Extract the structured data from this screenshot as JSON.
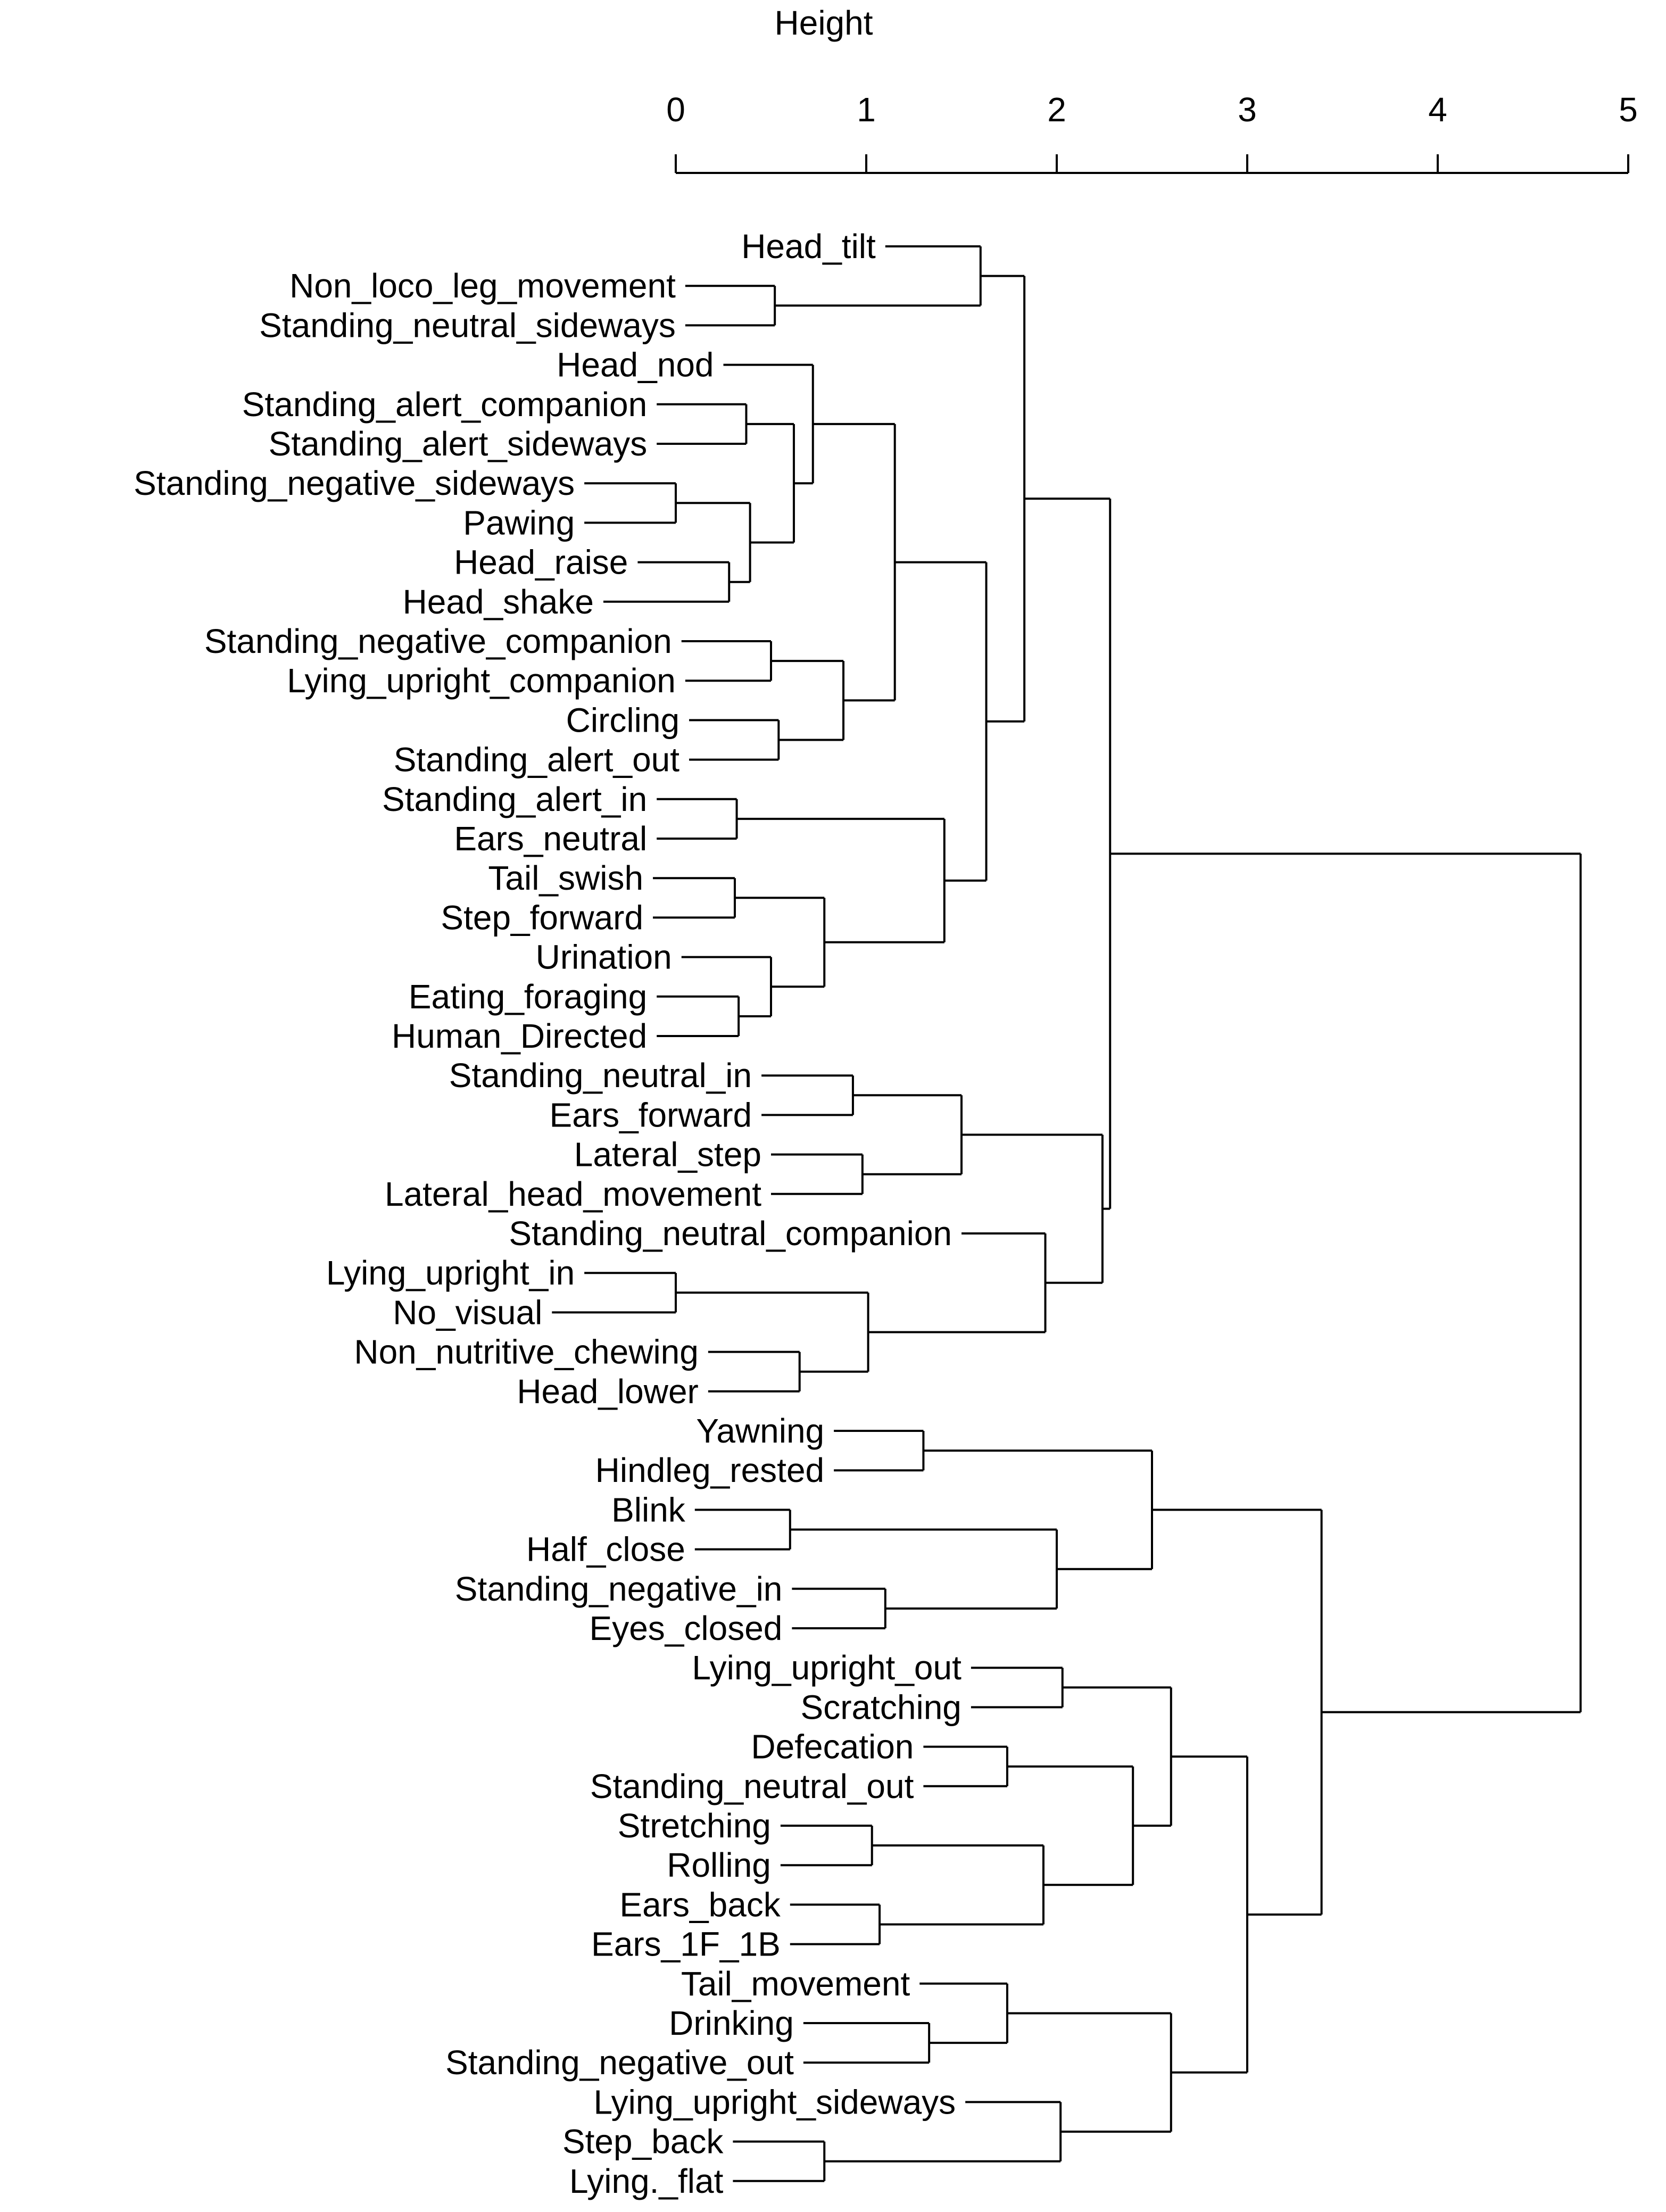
{
  "chart_data": {
    "type": "dendrogram",
    "xlabel": "Height",
    "xlim": [
      0,
      5
    ],
    "xticks": [
      "0",
      "1",
      "2",
      "3",
      "4",
      "5"
    ],
    "leaves": [
      {
        "label": "Head_tilt",
        "height": 1.1
      },
      {
        "label": "Non_loco_leg_movement",
        "height": 0.05
      },
      {
        "label": "Standing_neutral_sideways",
        "height": 0.05
      },
      {
        "label": "Head_nod",
        "height": 0.25
      },
      {
        "label": "Standing_alert_companion",
        "height": -0.1
      },
      {
        "label": "Standing_alert_sideways",
        "height": -0.1
      },
      {
        "label": "Standing_negative_sideways",
        "height": -0.48
      },
      {
        "label": "Pawing",
        "height": -0.48
      },
      {
        "label": "Head_raise",
        "height": -0.2
      },
      {
        "label": "Head_shake",
        "height": -0.38
      },
      {
        "label": "Standing_negative_companion",
        "height": 0.03
      },
      {
        "label": "Lying_upright_companion",
        "height": 0.05
      },
      {
        "label": "Circling",
        "height": 0.07
      },
      {
        "label": "Standing_alert_out",
        "height": 0.07
      },
      {
        "label": "Standing_alert_in",
        "height": -0.1
      },
      {
        "label": "Ears_neutral",
        "height": -0.1
      },
      {
        "label": "Tail_swish",
        "height": -0.12
      },
      {
        "label": "Step_forward",
        "height": -0.12
      },
      {
        "label": "Urination",
        "height": 0.03
      },
      {
        "label": "Eating_foraging",
        "height": -0.1
      },
      {
        "label": "Human_Directed",
        "height": -0.1
      },
      {
        "label": "Standing_neutral_in",
        "height": 0.45
      },
      {
        "label": "Ears_forward",
        "height": 0.45
      },
      {
        "label": "Lateral_step",
        "height": 0.5
      },
      {
        "label": "Lateral_head_movement",
        "height": 0.5
      },
      {
        "label": "Standing_neutral_companion",
        "height": 1.5
      },
      {
        "label": "Lying_upright_in",
        "height": -0.48
      },
      {
        "label": "No_visual",
        "height": -0.65
      },
      {
        "label": "Non_nutritive_chewing",
        "height": 0.17
      },
      {
        "label": "Head_lower",
        "height": 0.17
      },
      {
        "label": "Yawning",
        "height": 0.83
      },
      {
        "label": "Hindleg_rested",
        "height": 0.83
      },
      {
        "label": "Blink",
        "height": 0.1
      },
      {
        "label": "Half_close",
        "height": 0.1
      },
      {
        "label": "Standing_negative_in",
        "height": 0.61
      },
      {
        "label": "Eyes_closed",
        "height": 0.61
      },
      {
        "label": "Lying_upright_out",
        "height": 1.55
      },
      {
        "label": "Scratching",
        "height": 1.55
      },
      {
        "label": "Defecation",
        "height": 1.3
      },
      {
        "label": "Standing_neutral_out",
        "height": 1.3
      },
      {
        "label": "Stretching",
        "height": 0.55
      },
      {
        "label": "Rolling",
        "height": 0.55
      },
      {
        "label": "Ears_back",
        "height": 0.6
      },
      {
        "label": "Ears_1F_1B",
        "height": 0.6
      },
      {
        "label": "Tail_movement",
        "height": 1.28
      },
      {
        "label": "Drinking",
        "height": 0.67
      },
      {
        "label": "Standing_negative_out",
        "height": 0.67
      },
      {
        "label": "Lying_upright_sideways",
        "height": 1.52
      },
      {
        "label": "Step_back",
        "height": 0.3
      },
      {
        "label": "Lying._flat",
        "height": 0.3
      }
    ],
    "merges": [
      {
        "a": "L1",
        "b": "L2",
        "height": 0.52
      },
      {
        "a": "L0",
        "b": "M0",
        "height": 1.6
      },
      {
        "a": "L4",
        "b": "L5",
        "height": 0.37
      },
      {
        "a": "L6",
        "b": "L7",
        "height": 0.0
      },
      {
        "a": "L8",
        "b": "L9",
        "height": 0.28
      },
      {
        "a": "M3",
        "b": "M4",
        "height": 0.39
      },
      {
        "a": "M2",
        "b": "M5",
        "height": 0.62
      },
      {
        "a": "L3",
        "b": "M6",
        "height": 0.72
      },
      {
        "a": "L10",
        "b": "L11",
        "height": 0.5
      },
      {
        "a": "L12",
        "b": "L13",
        "height": 0.54
      },
      {
        "a": "M8",
        "b": "M9",
        "height": 0.88
      },
      {
        "a": "M7",
        "b": "M10",
        "height": 1.15
      },
      {
        "a": "L14",
        "b": "L15",
        "height": 0.32
      },
      {
        "a": "L16",
        "b": "L17",
        "height": 0.31
      },
      {
        "a": "L19",
        "b": "L20",
        "height": 0.33
      },
      {
        "a": "L18",
        "b": "M14",
        "height": 0.5
      },
      {
        "a": "M13",
        "b": "M15",
        "height": 0.78
      },
      {
        "a": "M12",
        "b": "M16",
        "height": 1.41
      },
      {
        "a": "M11",
        "b": "M17",
        "height": 1.63
      },
      {
        "a": "M1",
        "b": "M18",
        "height": 1.83
      },
      {
        "a": "L21",
        "b": "L22",
        "height": 0.93
      },
      {
        "a": "L23",
        "b": "L24",
        "height": 0.98
      },
      {
        "a": "M20",
        "b": "M21",
        "height": 1.5
      },
      {
        "a": "L26",
        "b": "L27",
        "height": 0.0
      },
      {
        "a": "L28",
        "b": "L29",
        "height": 0.65
      },
      {
        "a": "M23",
        "b": "M24",
        "height": 1.01
      },
      {
        "a": "L25",
        "b": "M25",
        "height": 1.94
      },
      {
        "a": "M22",
        "b": "M26",
        "height": 2.24
      },
      {
        "a": "M19",
        "b": "M27",
        "height": 2.28
      },
      {
        "a": "L30",
        "b": "L31",
        "height": 1.3
      },
      {
        "a": "L32",
        "b": "L33",
        "height": 0.6
      },
      {
        "a": "L34",
        "b": "L35",
        "height": 1.1
      },
      {
        "a": "M30",
        "b": "M31",
        "height": 2.0
      },
      {
        "a": "M29",
        "b": "M32",
        "height": 2.5
      },
      {
        "a": "L36",
        "b": "L37",
        "height": 2.03
      },
      {
        "a": "L38",
        "b": "L39",
        "height": 1.74
      },
      {
        "a": "L40",
        "b": "L41",
        "height": 1.03
      },
      {
        "a": "L42",
        "b": "L43",
        "height": 1.07
      },
      {
        "a": "M36",
        "b": "M37",
        "height": 1.93
      },
      {
        "a": "M35",
        "b": "M38",
        "height": 2.4
      },
      {
        "a": "M34",
        "b": "M39",
        "height": 2.6
      },
      {
        "a": "L45",
        "b": "L46",
        "height": 1.33
      },
      {
        "a": "L44",
        "b": "M41",
        "height": 1.74
      },
      {
        "a": "L48",
        "b": "L49",
        "height": 0.78
      },
      {
        "a": "L47",
        "b": "M43",
        "height": 2.02
      },
      {
        "a": "M42",
        "b": "M44",
        "height": 2.6
      },
      {
        "a": "M40",
        "b": "M45",
        "height": 3.0
      },
      {
        "a": "M33",
        "b": "M46",
        "height": 3.39
      },
      {
        "a": "M28",
        "b": "M47",
        "height": 4.75
      }
    ]
  }
}
